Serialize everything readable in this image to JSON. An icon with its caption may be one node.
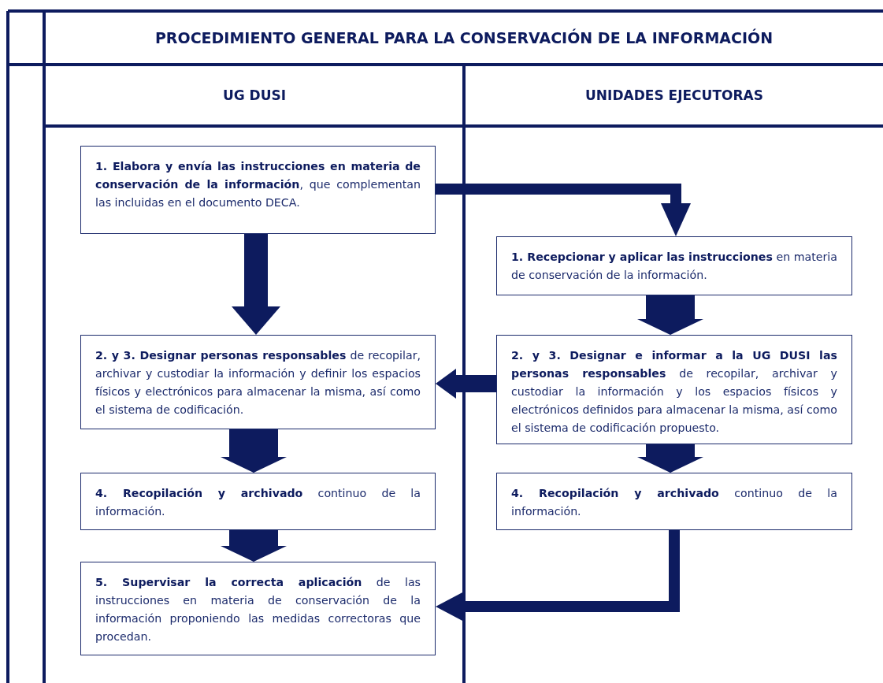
{
  "diagram": {
    "title": "PROCEDIMIENTO GENERAL PARA LA CONSERVACIÓN DE LA INFORMACIÓN",
    "nodes": [
      {
        "text": [
          "UG DUSI"
        ]
      },
      {
        "text": [
          "UNIDADES EJECUTORAS"
        ]
      },
      {
        "text": [
          "**1. Elabora y envía las instrucciones en materia de conservación de la información**, que complementan las incluidas en el documento DECA."
        ]
      },
      {
        "text": [
          "**1. Recepcionar y aplicar las instrucciones** en materia de conservación de la información."
        ]
      },
      {
        "text": [
          "**2. y 3. Designar personas responsables** de recopilar, archivar y custodiar la información y definir los espacios físicos y electrónicos para almacenar la misma, así como el sistema de codificación."
        ]
      },
      {
        "text": [
          "**2. y 3. Designar e informar a la UG DUSI las personas responsables** de recopilar, archivar y custodiar la información y los espacios físicos y electrónicos definidos para almacenar la misma, así como el sistema de codificación propuesto."
        ]
      },
      {
        "text": [
          "**4. Recopilación y archivado** continuo de la información."
        ]
      },
      {
        "text": [
          "**4. Recopilación y archivado** continuo de la información."
        ]
      },
      {
        "text": [
          "**5. Supervisar la correcta aplicación** de las instrucciones en materia de conservación de la información proponiendo las medidas correctoras que procedan."
        ]
      }
    ],
    "edges": [
      {
        "from": 2,
        "to": 3,
        "arrow": "to"
      },
      {
        "from": 2,
        "to": 4,
        "arrow": "to"
      },
      {
        "from": 3,
        "to": 5,
        "arrow": "to",
        "style": "thick"
      },
      {
        "from": 5,
        "to": 4,
        "arrow": "to"
      },
      {
        "from": 4,
        "to": 6,
        "arrow": "to",
        "style": "thick"
      },
      {
        "from": 5,
        "to": 7,
        "arrow": "to",
        "style": "thick"
      },
      {
        "from": 6,
        "to": 8,
        "arrow": "to",
        "style": "thick"
      },
      {
        "from": 7,
        "to": 8,
        "arrow": "to"
      }
    ]
  }
}
